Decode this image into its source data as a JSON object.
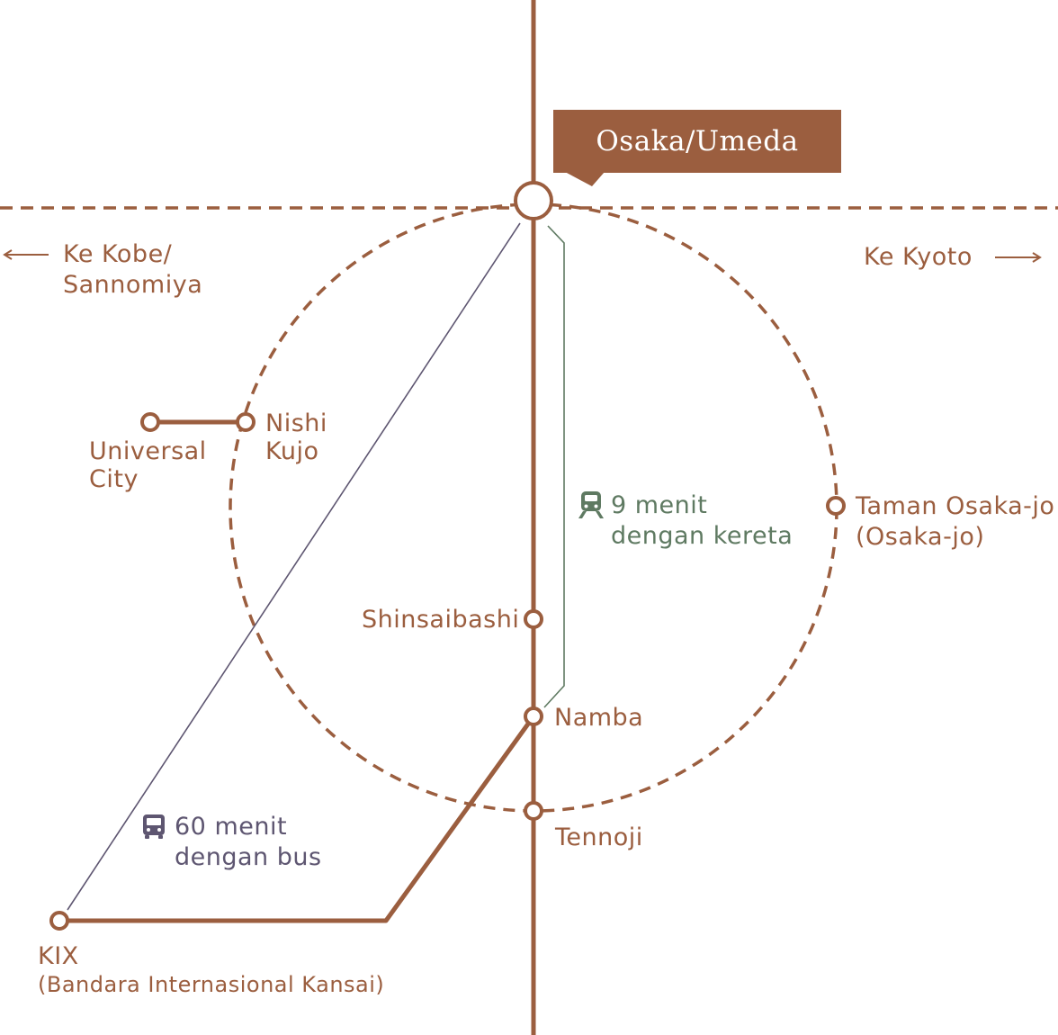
{
  "colors": {
    "line": "#9b5e3f",
    "train": "#5f7a62",
    "bus": "#5e5671"
  },
  "callout": {
    "label": "Osaka/Umeda"
  },
  "directions": {
    "west_line1": "Ke Kobe/",
    "west_line2": "Sannomiya",
    "east": "Ke Kyoto"
  },
  "stations": {
    "nishikujo_1": "Nishi",
    "nishikujo_2": "Kujo",
    "universal_1": "Universal",
    "universal_2": "City",
    "osakajo_1": "Taman Osaka-jo",
    "osakajo_2": "(Osaka-jo)",
    "shinsaibashi": "Shinsaibashi",
    "namba": "Namba",
    "tennoji": "Tennoji",
    "kix_1": "KIX",
    "kix_2": "(Bandara Internasional Kansai)"
  },
  "routes": {
    "train_1": "9 menit",
    "train_2": "dengan kereta",
    "bus_1": "60 menit",
    "bus_2": "dengan bus"
  },
  "icons": {
    "train": "train-icon",
    "bus": "bus-icon",
    "west_arrow": "arrow-left-icon",
    "east_arrow": "arrow-right-icon"
  }
}
